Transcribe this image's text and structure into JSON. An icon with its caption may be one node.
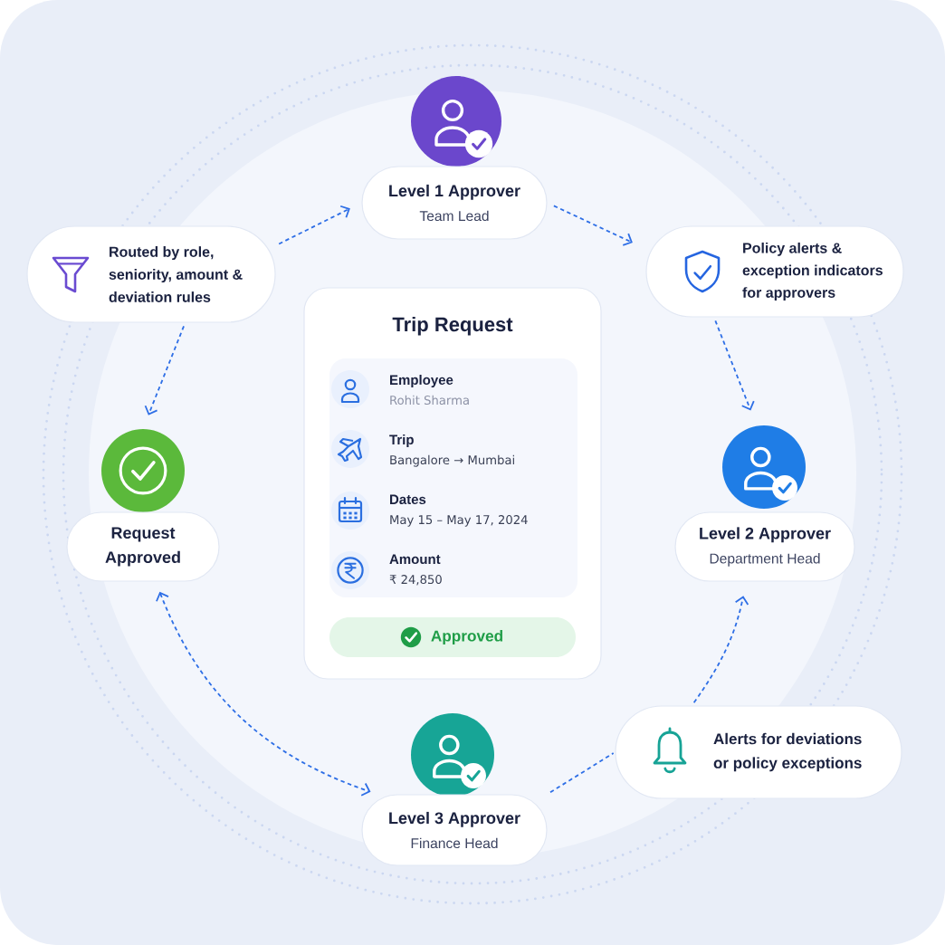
{
  "diagram": {
    "nodes": [
      {
        "text": [],
        "shape": "circle"
      },
      {
        "text": [
          "Level 1 Approver",
          "Team Lead"
        ]
      },
      {
        "text": [
          "Routed by role, seniority, amount & deviation rules"
        ]
      },
      {
        "text": [
          "Policy alerts & exception indicators for approvers"
        ]
      },
      {
        "text": [
          "Trip Request"
        ]
      },
      {
        "text": [
          "Employee",
          "Rohit Sharma",
          "Trip",
          "Bangalore → Mumbai",
          "Dates",
          "May 15 – May 17, 2024",
          "Amount",
          "₹ 24,850"
        ],
        "in": 4
      },
      {
        "text": [
          "Approved"
        ],
        "in": 4
      },
      {
        "text": [],
        "shape": "circle"
      },
      {
        "text": [
          "Request Approved"
        ]
      },
      {
        "text": [],
        "shape": "circle"
      },
      {
        "text": [
          "Level 2 Approver",
          "Department Head"
        ]
      },
      {
        "text": [
          "Alerts for deviations or policy exceptions"
        ]
      },
      {
        "text": [],
        "shape": "circle"
      },
      {
        "text": [
          "Level 3 Approver",
          "Finance Head"
        ]
      }
    ],
    "edges": [
      {
        "from": 2,
        "to": 1,
        "arrow": "to"
      },
      {
        "from": 1,
        "to": 3,
        "arrow": "to"
      },
      {
        "from": 3,
        "to": 9,
        "arrow": "to"
      },
      {
        "from": 11,
        "to": 10,
        "arrow": "to"
      },
      {
        "from": 13,
        "to": 11,
        "arrow": "none"
      },
      {
        "from": 8,
        "to": 13,
        "arrow": "both"
      },
      {
        "from": 2,
        "to": 7,
        "arrow": "to"
      }
    ]
  }
}
